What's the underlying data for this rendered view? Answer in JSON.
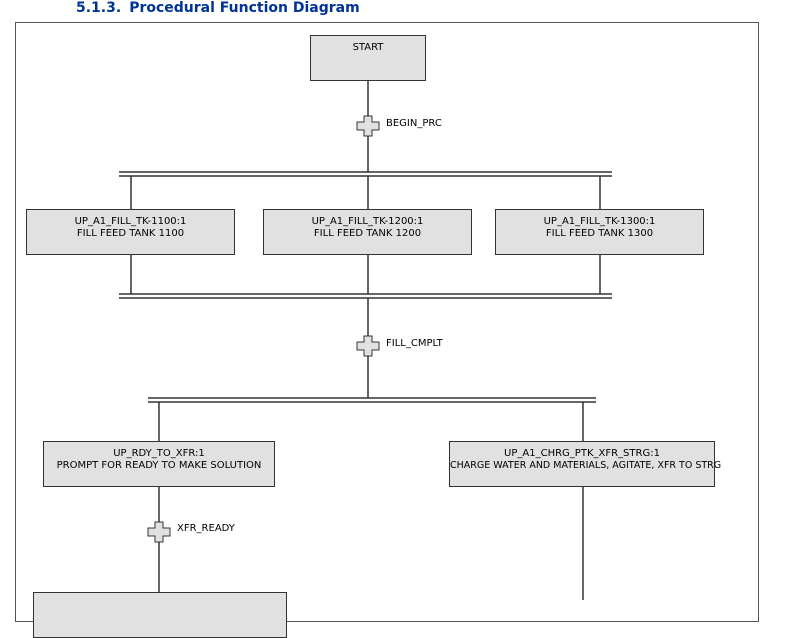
{
  "heading": {
    "number": "5.1.3.",
    "title": "Procedural Function Diagram"
  },
  "steps": {
    "start": {
      "label": "START"
    },
    "fill_1100": {
      "line1": "UP_A1_FILL_TK-1100:1",
      "line2": "FILL FEED TANK 1100"
    },
    "fill_1200": {
      "line1": "UP_A1_FILL_TK-1200:1",
      "line2": "FILL FEED TANK 1200"
    },
    "fill_1300": {
      "line1": "UP_A1_FILL_TK-1300:1",
      "line2": "FILL FEED TANK 1300"
    },
    "rdy_to_xfr": {
      "line1": "UP_RDY_TO_XFR:1",
      "line2": "PROMPT FOR READY TO MAKE SOLUTION"
    },
    "chrg_ptk": {
      "line1": "UP_A1_CHRG_PTK_XFR_STRG:1",
      "line2": "CHARGE WATER AND MATERIALS, AGITATE, XFR TO STRG"
    }
  },
  "transitions": {
    "begin_prc": "BEGIN_PRC",
    "fill_cmplt": "FILL_CMPLT",
    "xfr_ready": "XFR_READY"
  },
  "colors": {
    "heading": "#003399",
    "step_fill": "#e1e1e1",
    "line": "#333333"
  }
}
